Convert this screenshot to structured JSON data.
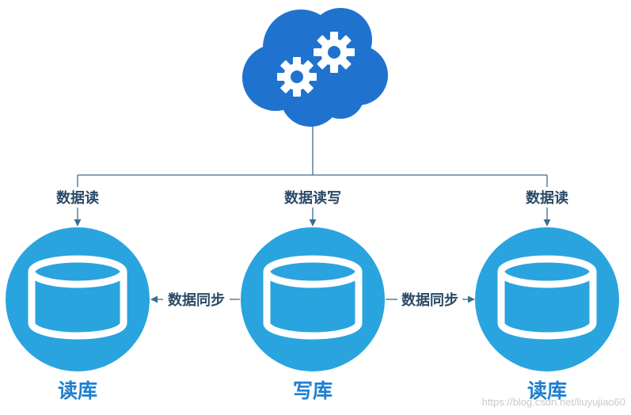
{
  "colors": {
    "cloud": "#1f73cf",
    "database": "#29a4df",
    "connector": "#3b6d8e",
    "edge_label": "#2a4a66",
    "db_label": "#1f7fd0",
    "watermark": "#c9c9c9"
  },
  "icons": {
    "cloud": "cloud-gears-icon",
    "database": "database-icon"
  },
  "edges": {
    "left_read": "数据读",
    "center_read_write": "数据读写",
    "right_read": "数据读",
    "sync_left": "数据同步",
    "sync_right": "数据同步"
  },
  "databases": {
    "left": "读库",
    "center": "写库",
    "right": "读库"
  },
  "watermark": "https://blog.csdn.net/liuyujiao60"
}
